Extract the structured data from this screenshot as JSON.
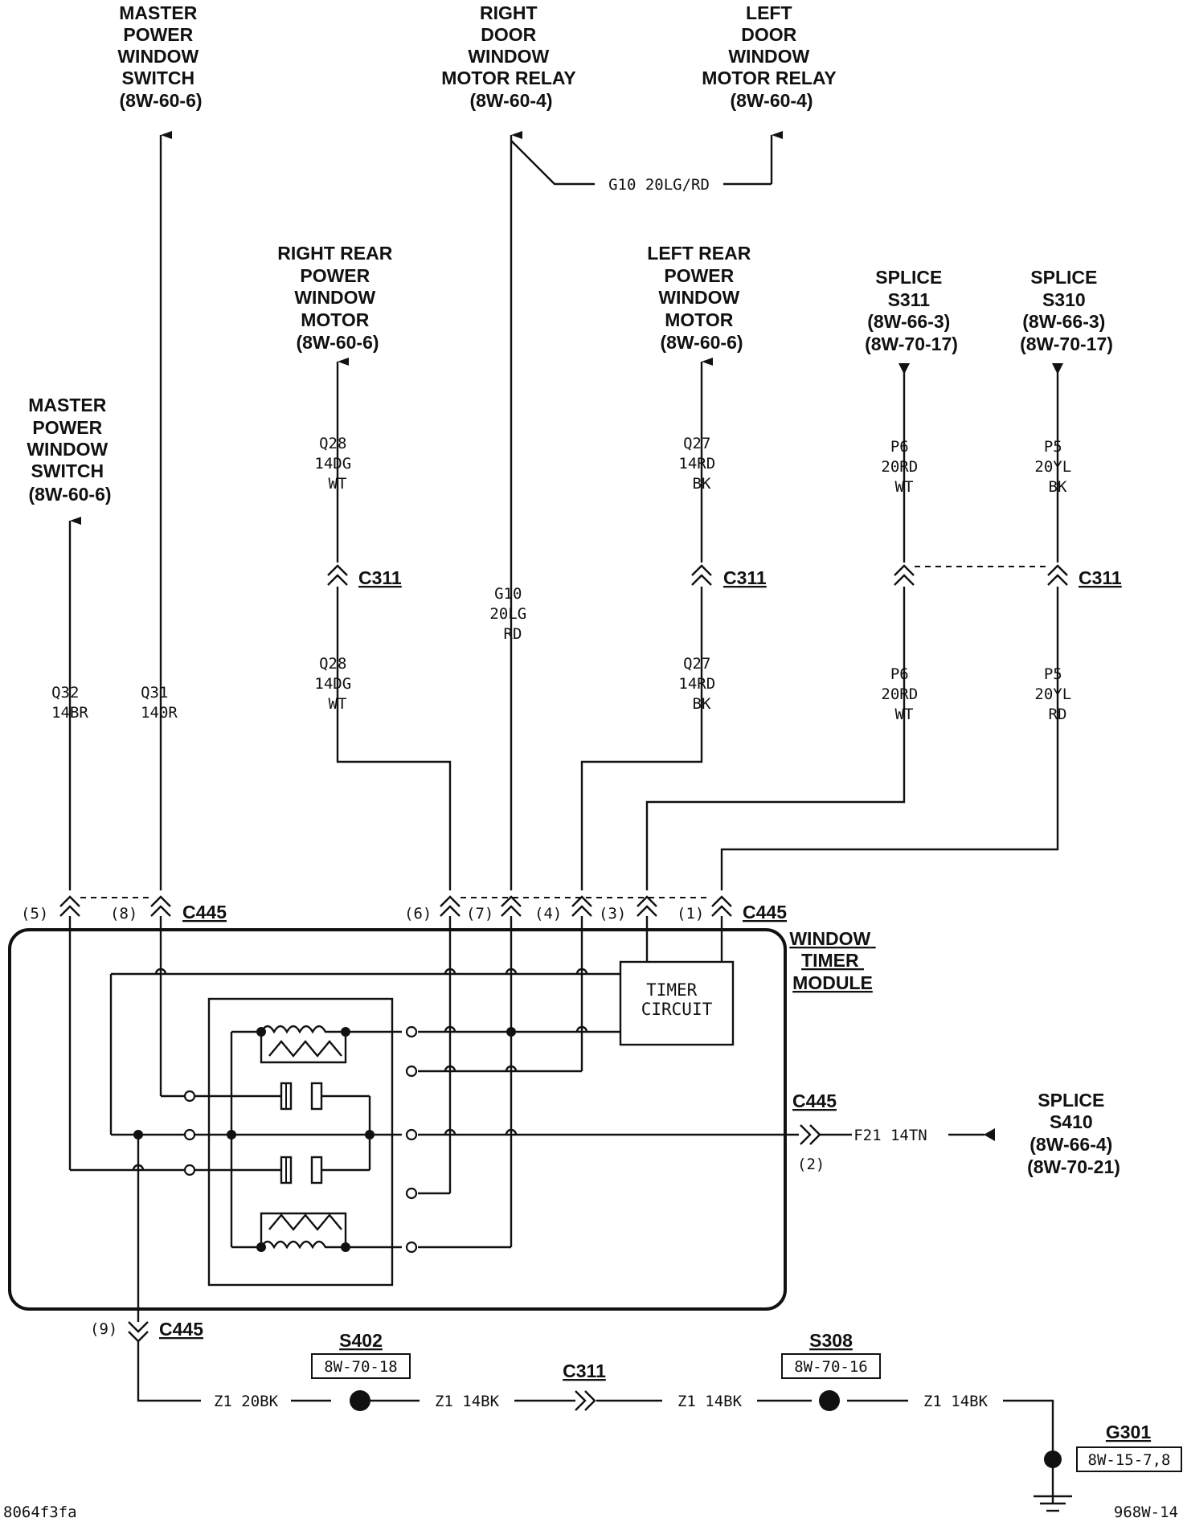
{
  "components": {
    "master_switch_top": [
      "MASTER",
      "POWER",
      "WINDOW",
      "SWITCH",
      "(8W-60-6)"
    ],
    "right_door_relay": [
      "RIGHT",
      "DOOR",
      "WINDOW",
      "MOTOR RELAY",
      "(8W-60-4)"
    ],
    "left_door_relay": [
      "LEFT",
      "DOOR",
      "WINDOW",
      "MOTOR RELAY",
      "(8W-60-4)"
    ],
    "right_rear_motor": [
      "RIGHT REAR",
      "POWER",
      "WINDOW",
      "MOTOR",
      "(8W-60-6)"
    ],
    "left_rear_motor": [
      "LEFT REAR",
      "POWER",
      "WINDOW",
      "MOTOR",
      "(8W-60-6)"
    ],
    "splice_s311": [
      "SPLICE",
      "S311",
      "(8W-66-3)",
      "(8W-70-17)"
    ],
    "splice_s310": [
      "SPLICE",
      "S310",
      "(8W-66-3)",
      "(8W-70-17)"
    ],
    "master_switch_left": [
      "MASTER",
      "POWER",
      "WINDOW",
      "SWITCH",
      "(8W-60-6)"
    ],
    "window_timer_module": [
      "WINDOW",
      "TIMER",
      "MODULE"
    ],
    "timer_circuit": [
      "TIMER",
      "CIRCUIT"
    ],
    "splice_s410": [
      "SPLICE",
      "S410",
      "(8W-66-4)",
      "(8W-70-21)"
    ]
  },
  "wires": {
    "g10_jumper": "G10 20LG/RD",
    "q32": [
      "Q32",
      "14BR"
    ],
    "q31": [
      "Q31",
      "140R"
    ],
    "q28_upper": [
      "Q28",
      "14DG",
      "WT"
    ],
    "q28_lower": [
      "Q28",
      "14DG",
      "WT"
    ],
    "g10_main": [
      "G10",
      "20LG",
      "RD"
    ],
    "q27_upper": [
      "Q27",
      "14RD",
      "BK"
    ],
    "q27_lower": [
      "Q27",
      "14RD",
      "BK"
    ],
    "p6_upper": [
      "P6",
      "20RD",
      "WT"
    ],
    "p6_lower": [
      "P6",
      "20RD",
      "WT"
    ],
    "p5_upper": [
      "P5",
      "20YL",
      "BK"
    ],
    "p5_lower": [
      "P5",
      "20YL",
      "RD"
    ],
    "f21": "F21 14TN",
    "z1_a": "Z1 20BK",
    "z1_b": "Z1 14BK",
    "z1_c": "Z1 14BK",
    "z1_d": "Z1 14BK"
  },
  "connectors": {
    "c311_a": "C311",
    "c311_b": "C311",
    "c311_c": "C311",
    "c311_bottom": "C311",
    "c445_left": "C445",
    "c445_right": "C445",
    "c445_side": "C445",
    "c445_bottom": "C445"
  },
  "pins": {
    "p5": "(5)",
    "p8": "(8)",
    "p6": "(6)",
    "p7": "(7)",
    "p4": "(4)",
    "p3": "(3)",
    "p1": "(1)",
    "p2": "(2)",
    "p9": "(9)"
  },
  "splices": {
    "s402": {
      "name": "S402",
      "ref": "8W-70-18"
    },
    "s308": {
      "name": "S308",
      "ref": "8W-70-16"
    },
    "g301": {
      "name": "G301",
      "ref": "8W-15-7,8"
    }
  },
  "footer": {
    "left_code": "8064f3fa",
    "right_code": "968W-14"
  }
}
